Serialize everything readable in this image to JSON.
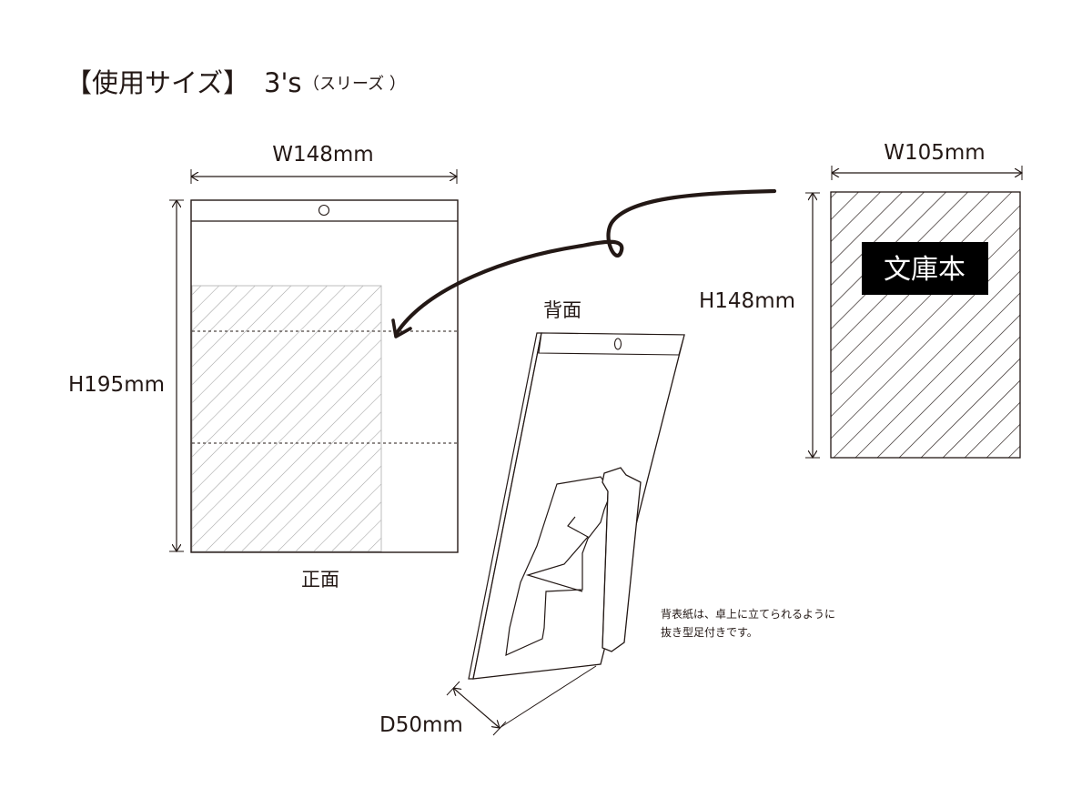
{
  "header": {
    "title": "【使用サイズ】",
    "size_name": "3's",
    "size_reading": "（スリーズ ）"
  },
  "front_view": {
    "label": "正面",
    "width": "W148mm",
    "height": "H195mm"
  },
  "back_view": {
    "label": "背面",
    "depth": "D50mm",
    "note_line1": "背表紙は、卓上に立てられるように",
    "note_line2": "抜き型足付きです。"
  },
  "book": {
    "label": "文庫本",
    "width": "W105mm",
    "height": "H148mm"
  },
  "colors": {
    "ink": "#231815",
    "hatch": "#9c9c9c",
    "label_bg": "#000000",
    "label_text": "#ffffff"
  }
}
